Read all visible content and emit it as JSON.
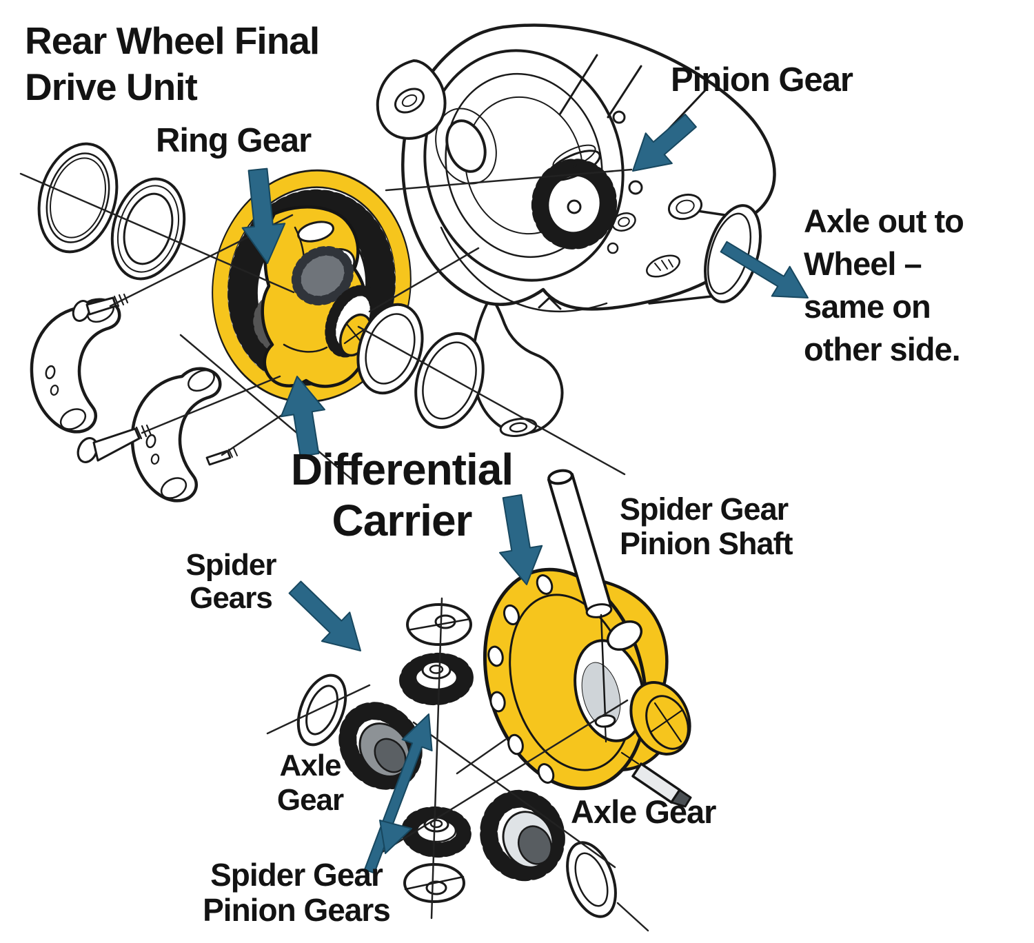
{
  "diagram": {
    "title_lines": [
      "Rear Wheel Final",
      "Drive Unit"
    ],
    "labels": {
      "ring_gear": "Ring Gear",
      "pinion_gear": "Pinion Gear",
      "axle_out_lines": [
        "Axle out to",
        "Wheel –",
        "same on",
        "other side."
      ],
      "differential_carrier_lines": [
        "Differential",
        "Carrier"
      ],
      "spider_gear_pinion_shaft_lines": [
        "Spider Gear",
        "Pinion Shaft"
      ],
      "spider_gears_lines": [
        "Spider",
        "Gears"
      ],
      "axle_gear_left_lines": [
        "Axle",
        "Gear"
      ],
      "axle_gear_right": "Axle Gear",
      "spider_gear_pinion_gears_lines": [
        "Spider Gear",
        "Pinion Gears"
      ]
    },
    "colors": {
      "arrow": "#2a6787",
      "part_highlight": "#f6c51d",
      "line": "#1a1a1a",
      "background": "#ffffff"
    }
  }
}
